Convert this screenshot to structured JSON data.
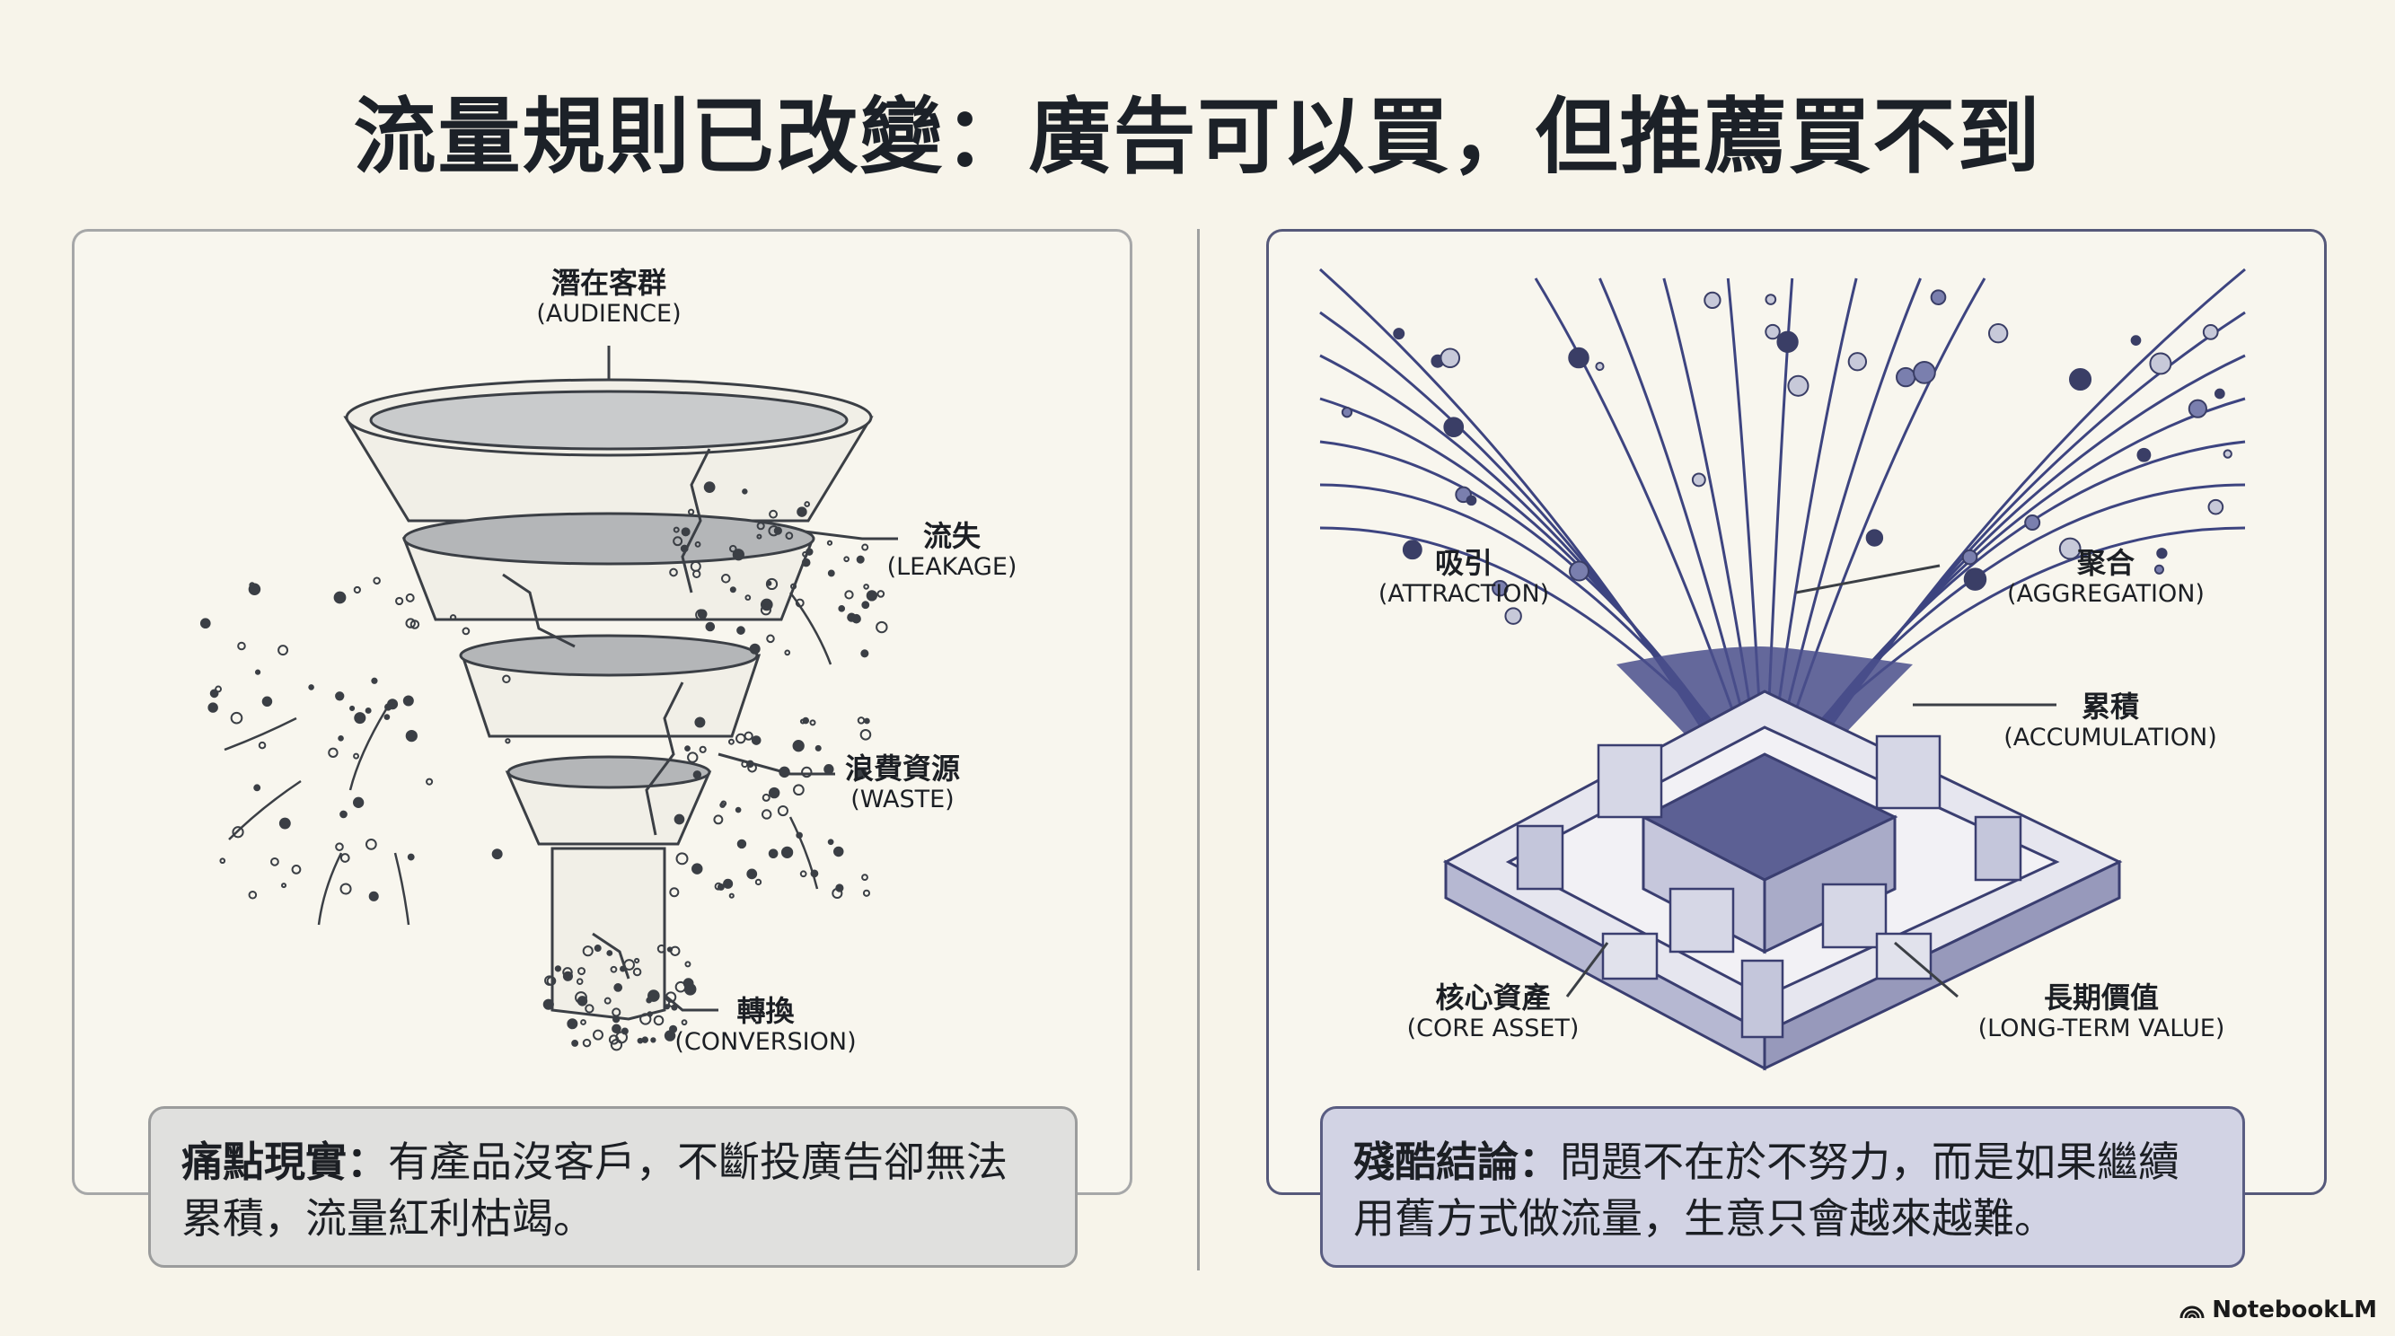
{
  "title": "流量規則已改變：廣告可以買，但推薦買不到",
  "left_panel": {
    "labels": {
      "audience": {
        "zh": "潛在客群",
        "en": "(AUDIENCE)"
      },
      "leakage": {
        "zh": "流失",
        "en": "(LEAKAGE)"
      },
      "waste": {
        "zh": "浪費資源",
        "en": "(WASTE)"
      },
      "conversion": {
        "zh": "轉換",
        "en": "(CONVERSION)"
      }
    },
    "callout": {
      "heading": "痛點現實：",
      "body": "有產品沒客戶，不斷投廣告卻無法累積，流量紅利枯竭。"
    }
  },
  "right_panel": {
    "labels": {
      "attraction": {
        "zh": "吸引",
        "en": "(ATTRACTION)"
      },
      "aggregation": {
        "zh": "聚合",
        "en": "(AGGREGATION)"
      },
      "accumulation": {
        "zh": "累積",
        "en": "(ACCUMULATION)"
      },
      "core_asset": {
        "zh": "核心資產",
        "en": "(CORE ASSET)"
      },
      "long_term_value": {
        "zh": "長期價值",
        "en": "(LONG-TERM VALUE)"
      }
    },
    "callout": {
      "heading": "殘酷結論：",
      "body": "問題不在於不努力，而是如果繼續用舊方式做流量，生意只會越來越難。"
    }
  },
  "branding": {
    "name": "NotebookLM",
    "icon": "notebooklm-logo-icon"
  },
  "colors": {
    "background": "#f7f4ea",
    "left_accent": "#a6a7a8",
    "right_accent": "#56597a",
    "flow_blue": "#3d4480",
    "left_callout_bg": "#e0e0de",
    "right_callout_bg": "#d2d3e4"
  }
}
